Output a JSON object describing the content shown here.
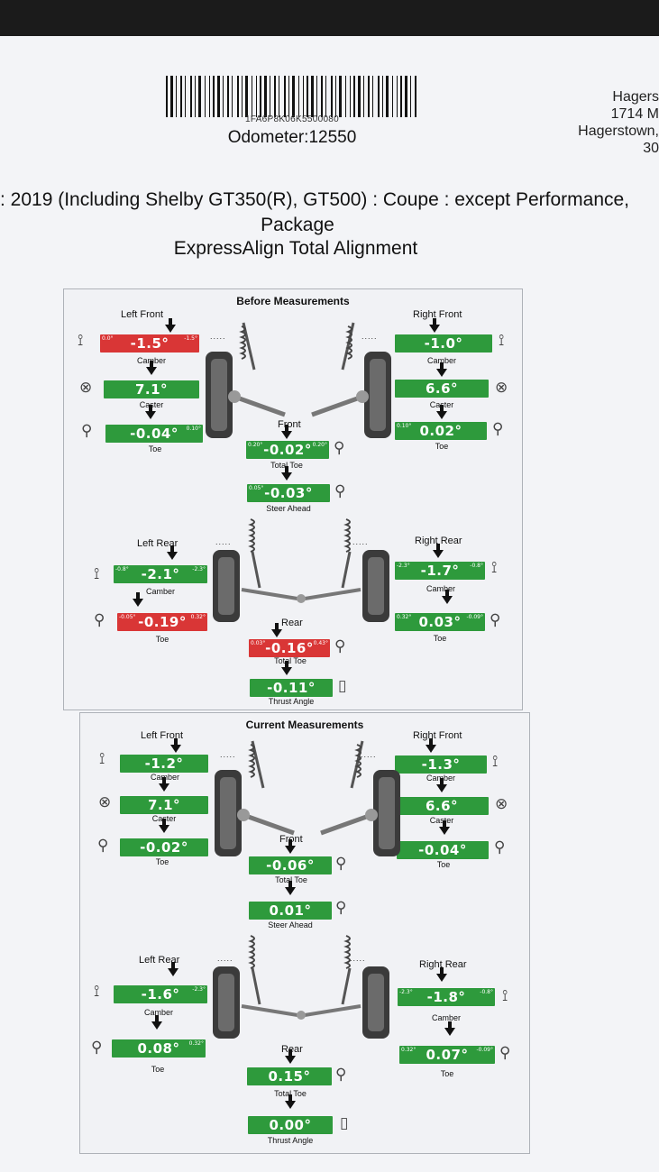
{
  "header": {
    "vin": "1FA6P8K06K5500080",
    "odometer": "Odometer:12550",
    "shop_lines": "Hagers\n1714 M\nHagerstown,\n30",
    "vehicle_line1": ": 2019 (Including Shelby GT350(R), GT500) : Coupe : except Performance,",
    "vehicle_line2": "Package",
    "service": "ExpressAlign Total Alignment"
  },
  "colors": {
    "green": "#2e9a3c",
    "red": "#d93636"
  },
  "before": {
    "title": "Before Measurements",
    "left_front": {
      "label": "Left Front",
      "camber": {
        "value": "-1.5°",
        "min": "0.0°",
        "max": "-1.5°",
        "status": "red",
        "label": "Camber"
      },
      "caster": {
        "value": "7.1°",
        "min": "",
        "max": "",
        "status": "green",
        "label": "Caster"
      },
      "toe": {
        "value": "-0.04°",
        "min": "",
        "max": "0.10°",
        "status": "green",
        "label": "Toe"
      }
    },
    "right_front": {
      "label": "Right Front",
      "camber": {
        "value": "-1.0°",
        "min": "",
        "max": "",
        "status": "green",
        "label": "Camber"
      },
      "caster": {
        "value": "6.6°",
        "min": "",
        "max": "",
        "status": "green",
        "label": "Caster"
      },
      "toe": {
        "value": "0.02°",
        "min": "0.10°",
        "max": "",
        "status": "green",
        "label": "Toe"
      }
    },
    "front": {
      "label": "Front",
      "total_toe": {
        "value": "-0.02°",
        "min": "0.20°",
        "max": "0.20°",
        "status": "green",
        "label": "Total Toe"
      },
      "steer_ahead": {
        "value": "-0.03°",
        "min": "0.05°",
        "max": "",
        "status": "green",
        "label": "Steer Ahead"
      }
    },
    "left_rear": {
      "label": "Left Rear",
      "camber": {
        "value": "-2.1°",
        "min": "-0.8°",
        "max": "-2.3°",
        "status": "green",
        "label": "Camber"
      },
      "toe": {
        "value": "-0.19°",
        "min": "-0.05°",
        "max": "0.32°",
        "status": "red",
        "label": "Toe"
      }
    },
    "right_rear": {
      "label": "Right Rear",
      "camber": {
        "value": "-1.7°",
        "min": "-2.3°",
        "max": "-0.8°",
        "status": "green",
        "label": "Camber"
      },
      "toe": {
        "value": "0.03°",
        "min": "0.32°",
        "max": "-0.09°",
        "status": "green",
        "label": "Toe"
      }
    },
    "rear": {
      "label": "Rear",
      "total_toe": {
        "value": "-0.16°",
        "min": "0.03°",
        "max": "0.43°",
        "status": "red",
        "label": "Total Toe"
      },
      "thrust_angle": {
        "value": "-0.11°",
        "min": "",
        "max": "",
        "status": "green",
        "label": "Thrust Angle"
      }
    }
  },
  "current": {
    "title": "Current Measurements",
    "left_front": {
      "label": "Left Front",
      "camber": {
        "value": "-1.2°",
        "min": "",
        "max": "",
        "status": "green",
        "label": "Camber"
      },
      "caster": {
        "value": "7.1°",
        "min": "",
        "max": "",
        "status": "green",
        "label": "Caster"
      },
      "toe": {
        "value": "-0.02°",
        "min": "",
        "max": "",
        "status": "green",
        "label": "Toe"
      }
    },
    "right_front": {
      "label": "Right Front",
      "camber": {
        "value": "-1.3°",
        "min": "",
        "max": "",
        "status": "green",
        "label": "Camber"
      },
      "caster": {
        "value": "6.6°",
        "min": "",
        "max": "",
        "status": "green",
        "label": "Caster"
      },
      "toe": {
        "value": "-0.04°",
        "min": "",
        "max": "",
        "status": "green",
        "label": "Toe"
      }
    },
    "front": {
      "label": "Front",
      "total_toe": {
        "value": "-0.06°",
        "min": "",
        "max": "",
        "status": "green",
        "label": "Total Toe"
      },
      "steer_ahead": {
        "value": "0.01°",
        "min": "",
        "max": "",
        "status": "green",
        "label": "Steer Ahead"
      }
    },
    "left_rear": {
      "label": "Left Rear",
      "camber": {
        "value": "-1.6°",
        "min": "",
        "max": "-2.3°",
        "status": "green",
        "label": "Camber"
      },
      "toe": {
        "value": "0.08°",
        "min": "",
        "max": "0.32°",
        "status": "green",
        "label": "Toe"
      }
    },
    "right_rear": {
      "label": "Right Rear",
      "camber": {
        "value": "-1.8°",
        "min": "-2.3°",
        "max": "-0.8°",
        "status": "green",
        "label": "Camber"
      },
      "toe": {
        "value": "0.07°",
        "min": "0.32°",
        "max": "-0.09°",
        "status": "green",
        "label": "Toe"
      }
    },
    "rear": {
      "label": "Rear",
      "total_toe": {
        "value": "0.15°",
        "min": "",
        "max": "",
        "status": "green",
        "label": "Total Toe"
      },
      "thrust_angle": {
        "value": "0.00°",
        "min": "",
        "max": "",
        "status": "green",
        "label": "Thrust Angle"
      }
    }
  }
}
